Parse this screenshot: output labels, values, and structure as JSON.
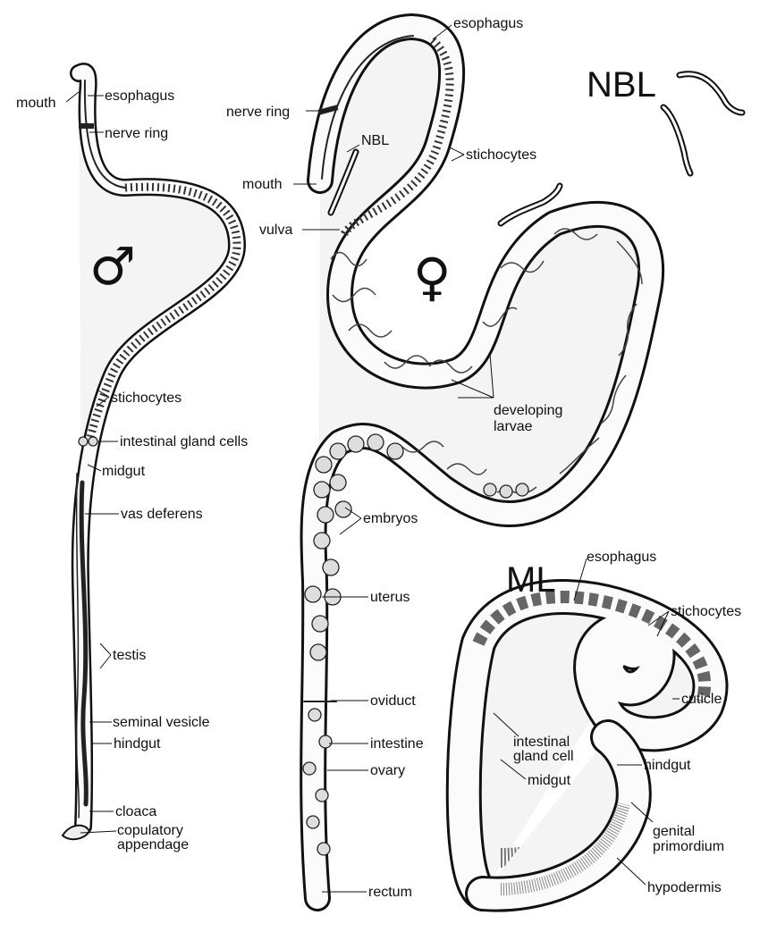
{
  "symbols": {
    "male": "♂",
    "female": "♀"
  },
  "headings": {
    "nbl": "NBL",
    "ml": "ML"
  },
  "male": {
    "labels": {
      "mouth": "mouth",
      "esophagus": "esophagus",
      "nerve_ring": "nerve ring",
      "stichocytes": "stichocytes",
      "intestinal_gland_cells": "intestinal gland cells",
      "midgut": "midgut",
      "vas_deferens": "vas deferens",
      "testis": "testis",
      "seminal_vesicle": "seminal vesicle",
      "hindgut": "hindgut",
      "cloaca": "cloaca",
      "copulatory_1": "copulatory",
      "copulatory_2": "appendage"
    }
  },
  "female": {
    "labels": {
      "esophagus": "esophagus",
      "nerve_ring": "nerve ring",
      "nbl": "NBL",
      "mouth": "mouth",
      "stichocytes": "stichocytes",
      "vulva": "vulva",
      "developing_1": "developing",
      "developing_2": "larvae",
      "embryos": "embryos",
      "uterus": "uterus",
      "oviduct": "oviduct",
      "intestine": "intestine",
      "ovary": "ovary",
      "rectum": "rectum"
    }
  },
  "ml": {
    "labels": {
      "esophagus": "esophagus",
      "stichocytes": "stichocytes",
      "cuticle": "cuticle",
      "gland_1": "intestinal",
      "gland_2": "gland cell",
      "hindgut": "hindgut",
      "midgut": "midgut",
      "genital_1": "genital",
      "genital_2": "primordium",
      "hypodermis": "hypodermis"
    }
  }
}
